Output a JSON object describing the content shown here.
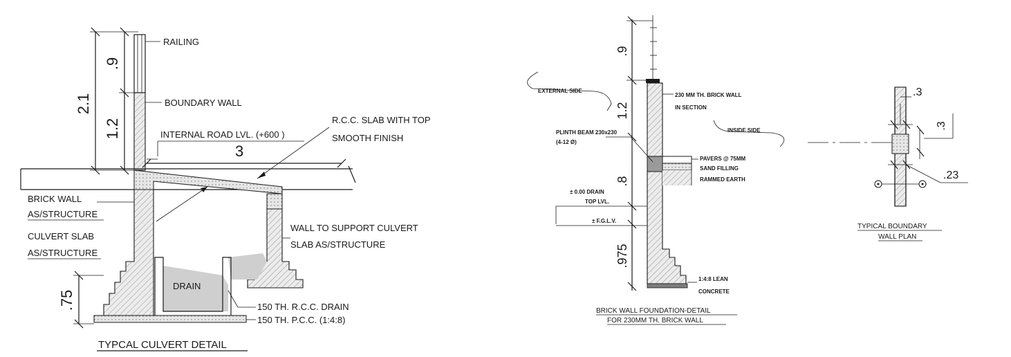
{
  "culvert": {
    "title": "TYPCAL CULVERT DETAIL",
    "dims": {
      "d_09": ".9",
      "d_21": "2.1",
      "d_12": "1.2",
      "d_3": "3",
      "d_075": ".75"
    },
    "labels": {
      "railing": "RAILING",
      "boundary_wall": "BOUNDARY WALL",
      "internal_road": "INTERNAL ROAD  LVL. (+600 )",
      "rcc_slab_1": "R.C.C. SLAB WITH TOP",
      "rcc_slab_2": "SMOOTH FINISH",
      "brick_wall_1": "BRICK WALL",
      "brick_wall_2": "AS/STRUCTURE",
      "culvert_slab_1": "CULVERT SLAB",
      "culvert_slab_2": "AS/STRUCTURE",
      "wall_support_1": "WALL TO SUPPORT CULVERT",
      "wall_support_2": "SLAB AS/STRUCTURE",
      "drain": "DRAIN",
      "rcc_drain": "150 TH. R.C.C. DRAIN",
      "pcc": "150 TH. P.C.C. (1:4:8)"
    }
  },
  "foundation": {
    "title_1": "BRICK WALL FOUNDATION-DETAIL",
    "title_2": "FOR 230MM TH. BRICK WALL",
    "dims": {
      "d_9": ".9",
      "d_12": "1.2",
      "d_8": ".8",
      "d_975": ".975"
    },
    "labels": {
      "external_side": "EXTERNAL SIDE",
      "brick_wall_1": "230 MM TH. BRICK WALL",
      "brick_wall_2": "IN SECTION",
      "inside_side": "INSIDE SIDE",
      "plinth_1": "PLINTH BEAM 230x230",
      "plinth_2": "(4-12 Ø)",
      "pavers": "PAVERS @ 75MM",
      "sand": "SAND FILLING",
      "earth": "RAMMED EARTH",
      "drain_top_1": "± 0.00 DRAIN",
      "drain_top_2": "TOP LVL.",
      "fgl": "± F.G.L.V.",
      "lean_1": "1:4:8  LEAN",
      "lean_2": "CONCRETE"
    }
  },
  "plan": {
    "title_1": "TYPICAL BOUNDARY",
    "title_2": "WALL PLAN",
    "dims": {
      "d_3a": ".3",
      "d_3b": ".3",
      "d_23": ".23"
    }
  },
  "colors": {
    "line": "#1a1a1a",
    "fill_gray": "#cfcfcf",
    "background": "#ffffff"
  }
}
